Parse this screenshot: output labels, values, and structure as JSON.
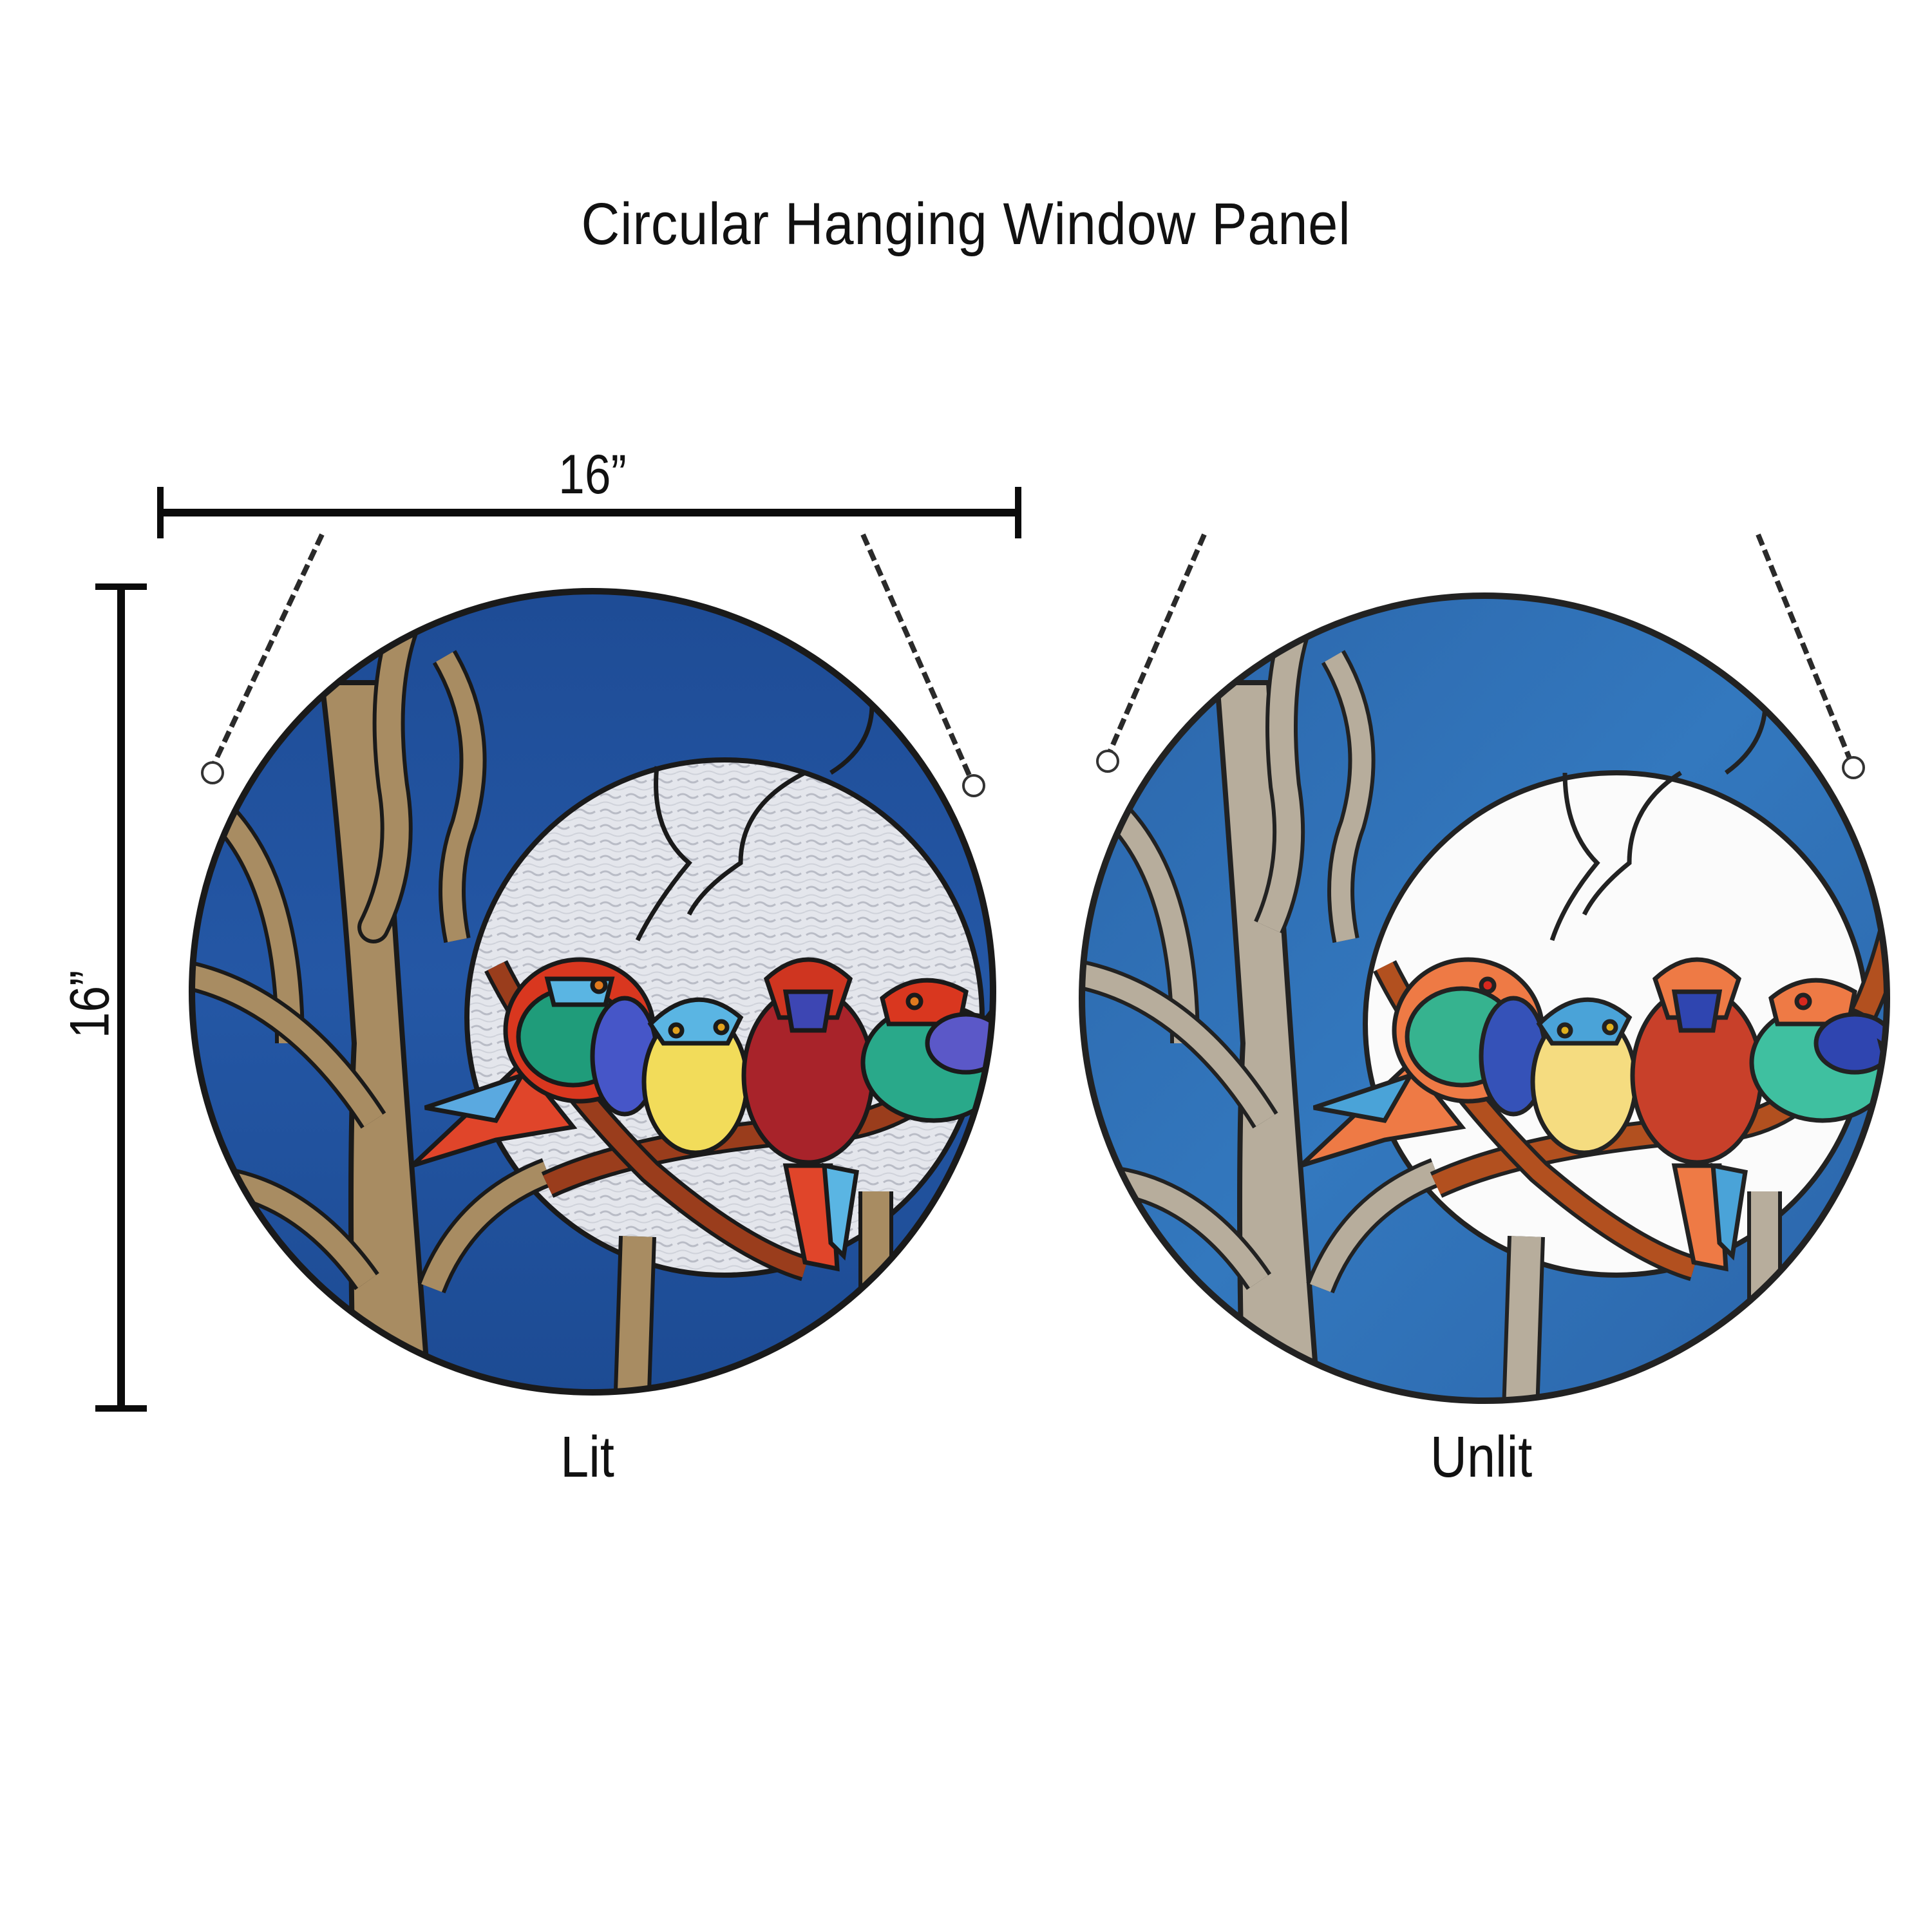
{
  "title": "Circular Hanging Window Panel",
  "dimensions": {
    "width_label": "16”",
    "height_label": "16”"
  },
  "panels": [
    {
      "caption": "Lit",
      "palette": {
        "sky": "#1f4f9a",
        "sky_dark": "#173e7f",
        "moon": "#e6e8ee",
        "branch": "#a88c62",
        "branch_dark": "#7a6040",
        "perch": "#9a3d1c",
        "lead": "#1a1a1a"
      }
    },
    {
      "caption": "Unlit",
      "palette": {
        "sky": "#2e6fb3",
        "sky_dark": "#245a96",
        "moon": "#fbfbfb",
        "branch": "#b7ad9c",
        "branch_dark": "#8c8272",
        "perch": "#b2501f",
        "lead": "#222222"
      }
    }
  ],
  "birds": [
    {
      "name": "left-bird",
      "head": "#d9371f",
      "body": "#1f9c7a",
      "wing": "#5aa9e0",
      "belly": "#4656c8"
    },
    {
      "name": "yellow-bird",
      "head": "#5ab5e3",
      "body": "#f2dc5a",
      "wing": "#5ab5e3",
      "belly": "#f2dc5a"
    },
    {
      "name": "red-bird",
      "head": "#cf3520",
      "body": "#a8232a",
      "wing": "#e0452a",
      "belly": "#3d46b3"
    },
    {
      "name": "right-bird",
      "head": "#d9371f",
      "body": "#29a98a",
      "wing": "#5b58c8",
      "belly": "#1f9c7a"
    }
  ]
}
